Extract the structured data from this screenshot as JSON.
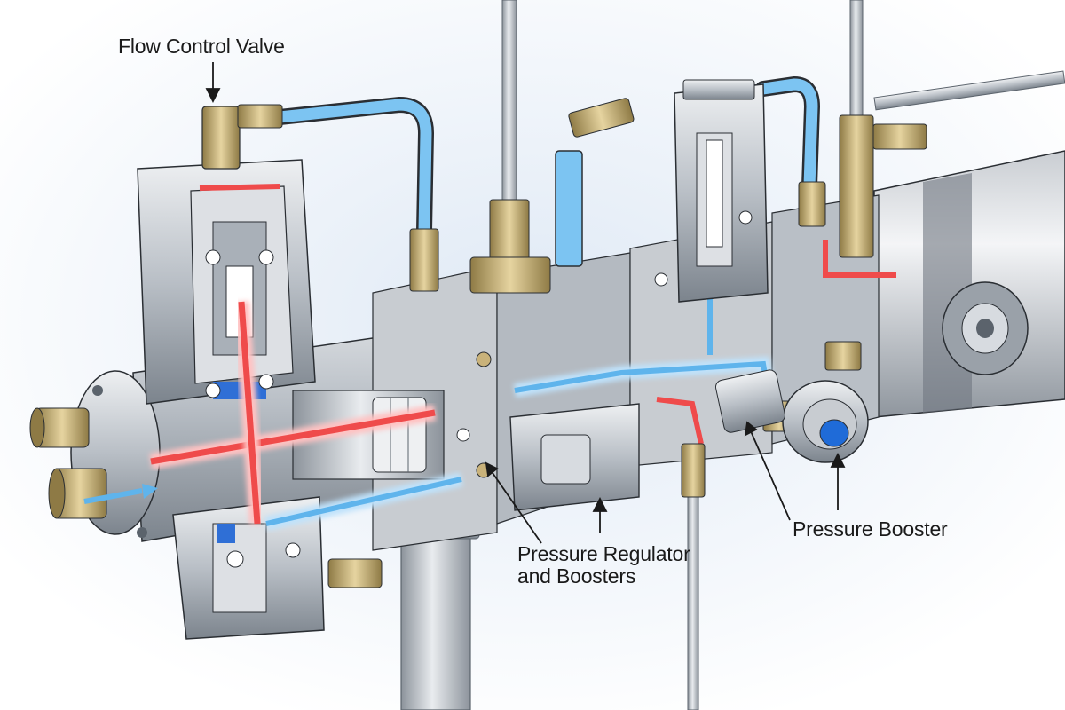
{
  "labels": {
    "flow_control_valve": "Flow Control Valve",
    "pressure_regulator_line1": "Pressure Regulator",
    "pressure_regulator_line2": "and Boosters",
    "pressure_booster": "Pressure Booster"
  },
  "colors": {
    "background": "#ffffff",
    "background_glow": "#dfe9f5",
    "metal_light": "#d7dbe0",
    "metal_mid": "#a9b0b8",
    "metal_dark": "#5b636c",
    "cut_face": "#c8ccd1",
    "brass": "#c9b27a",
    "brass_dark": "#8e7a45",
    "air_tube": "#5fb4ec",
    "air_tube_glow": "#bfe2fb",
    "hot_flow": "#ef4b4b",
    "hot_flow_glow": "#ffc2c2",
    "seal_blue": "#2f6fd6",
    "gauge_blue": "#1f6bd8",
    "outline": "#2a2e33",
    "label_text": "#1a1a1a"
  },
  "icons": {
    "flow_arrow": "right-arrow-icon",
    "gauge": "blue-gauge-icon"
  }
}
